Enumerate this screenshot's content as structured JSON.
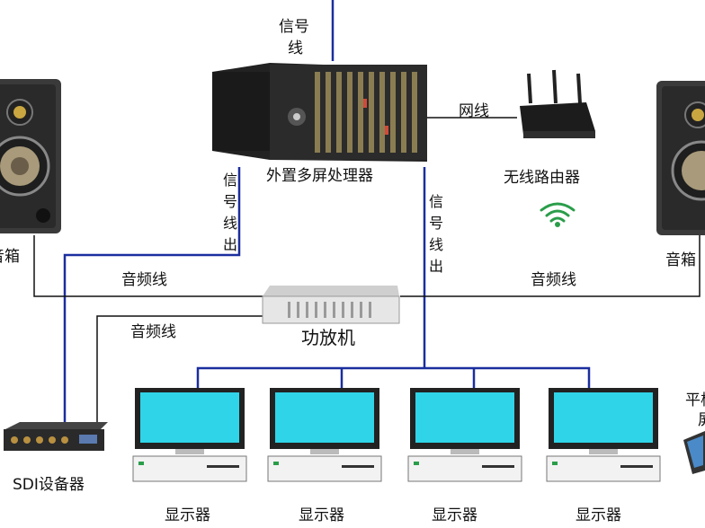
{
  "labels": {
    "signal_line_top_1": "信号",
    "signal_line_top_2": "线",
    "processor": "外置多屏处理器",
    "network_line": "网线",
    "router": "无线路由器",
    "signal_out_left": [
      "信",
      "号",
      "线",
      "出"
    ],
    "signal_out_right": [
      "信",
      "号",
      "线",
      "出"
    ],
    "speaker_left": "音箱",
    "speaker_right": "音箱",
    "audio_line_left": "音频线",
    "audio_line_right": "音频线",
    "audio_line_lower": "音频线",
    "amplifier": "功放机",
    "sdi_device": "SDI设备器",
    "tablet": [
      "平板",
      "屏"
    ],
    "monitors": [
      "显示器",
      "显示器",
      "显示器",
      "显示器"
    ]
  },
  "colors": {
    "signal_blue": "#1a2e9e",
    "cable_black": "#111111",
    "screen_cyan": "#2fd4e8",
    "wifi_green": "#2a9d4a"
  },
  "icons": [
    "speaker-icon",
    "processor-icon",
    "router-icon",
    "wifi-icon",
    "amplifier-icon",
    "monitor-icon",
    "sdi-device-icon",
    "tablet-icon"
  ]
}
